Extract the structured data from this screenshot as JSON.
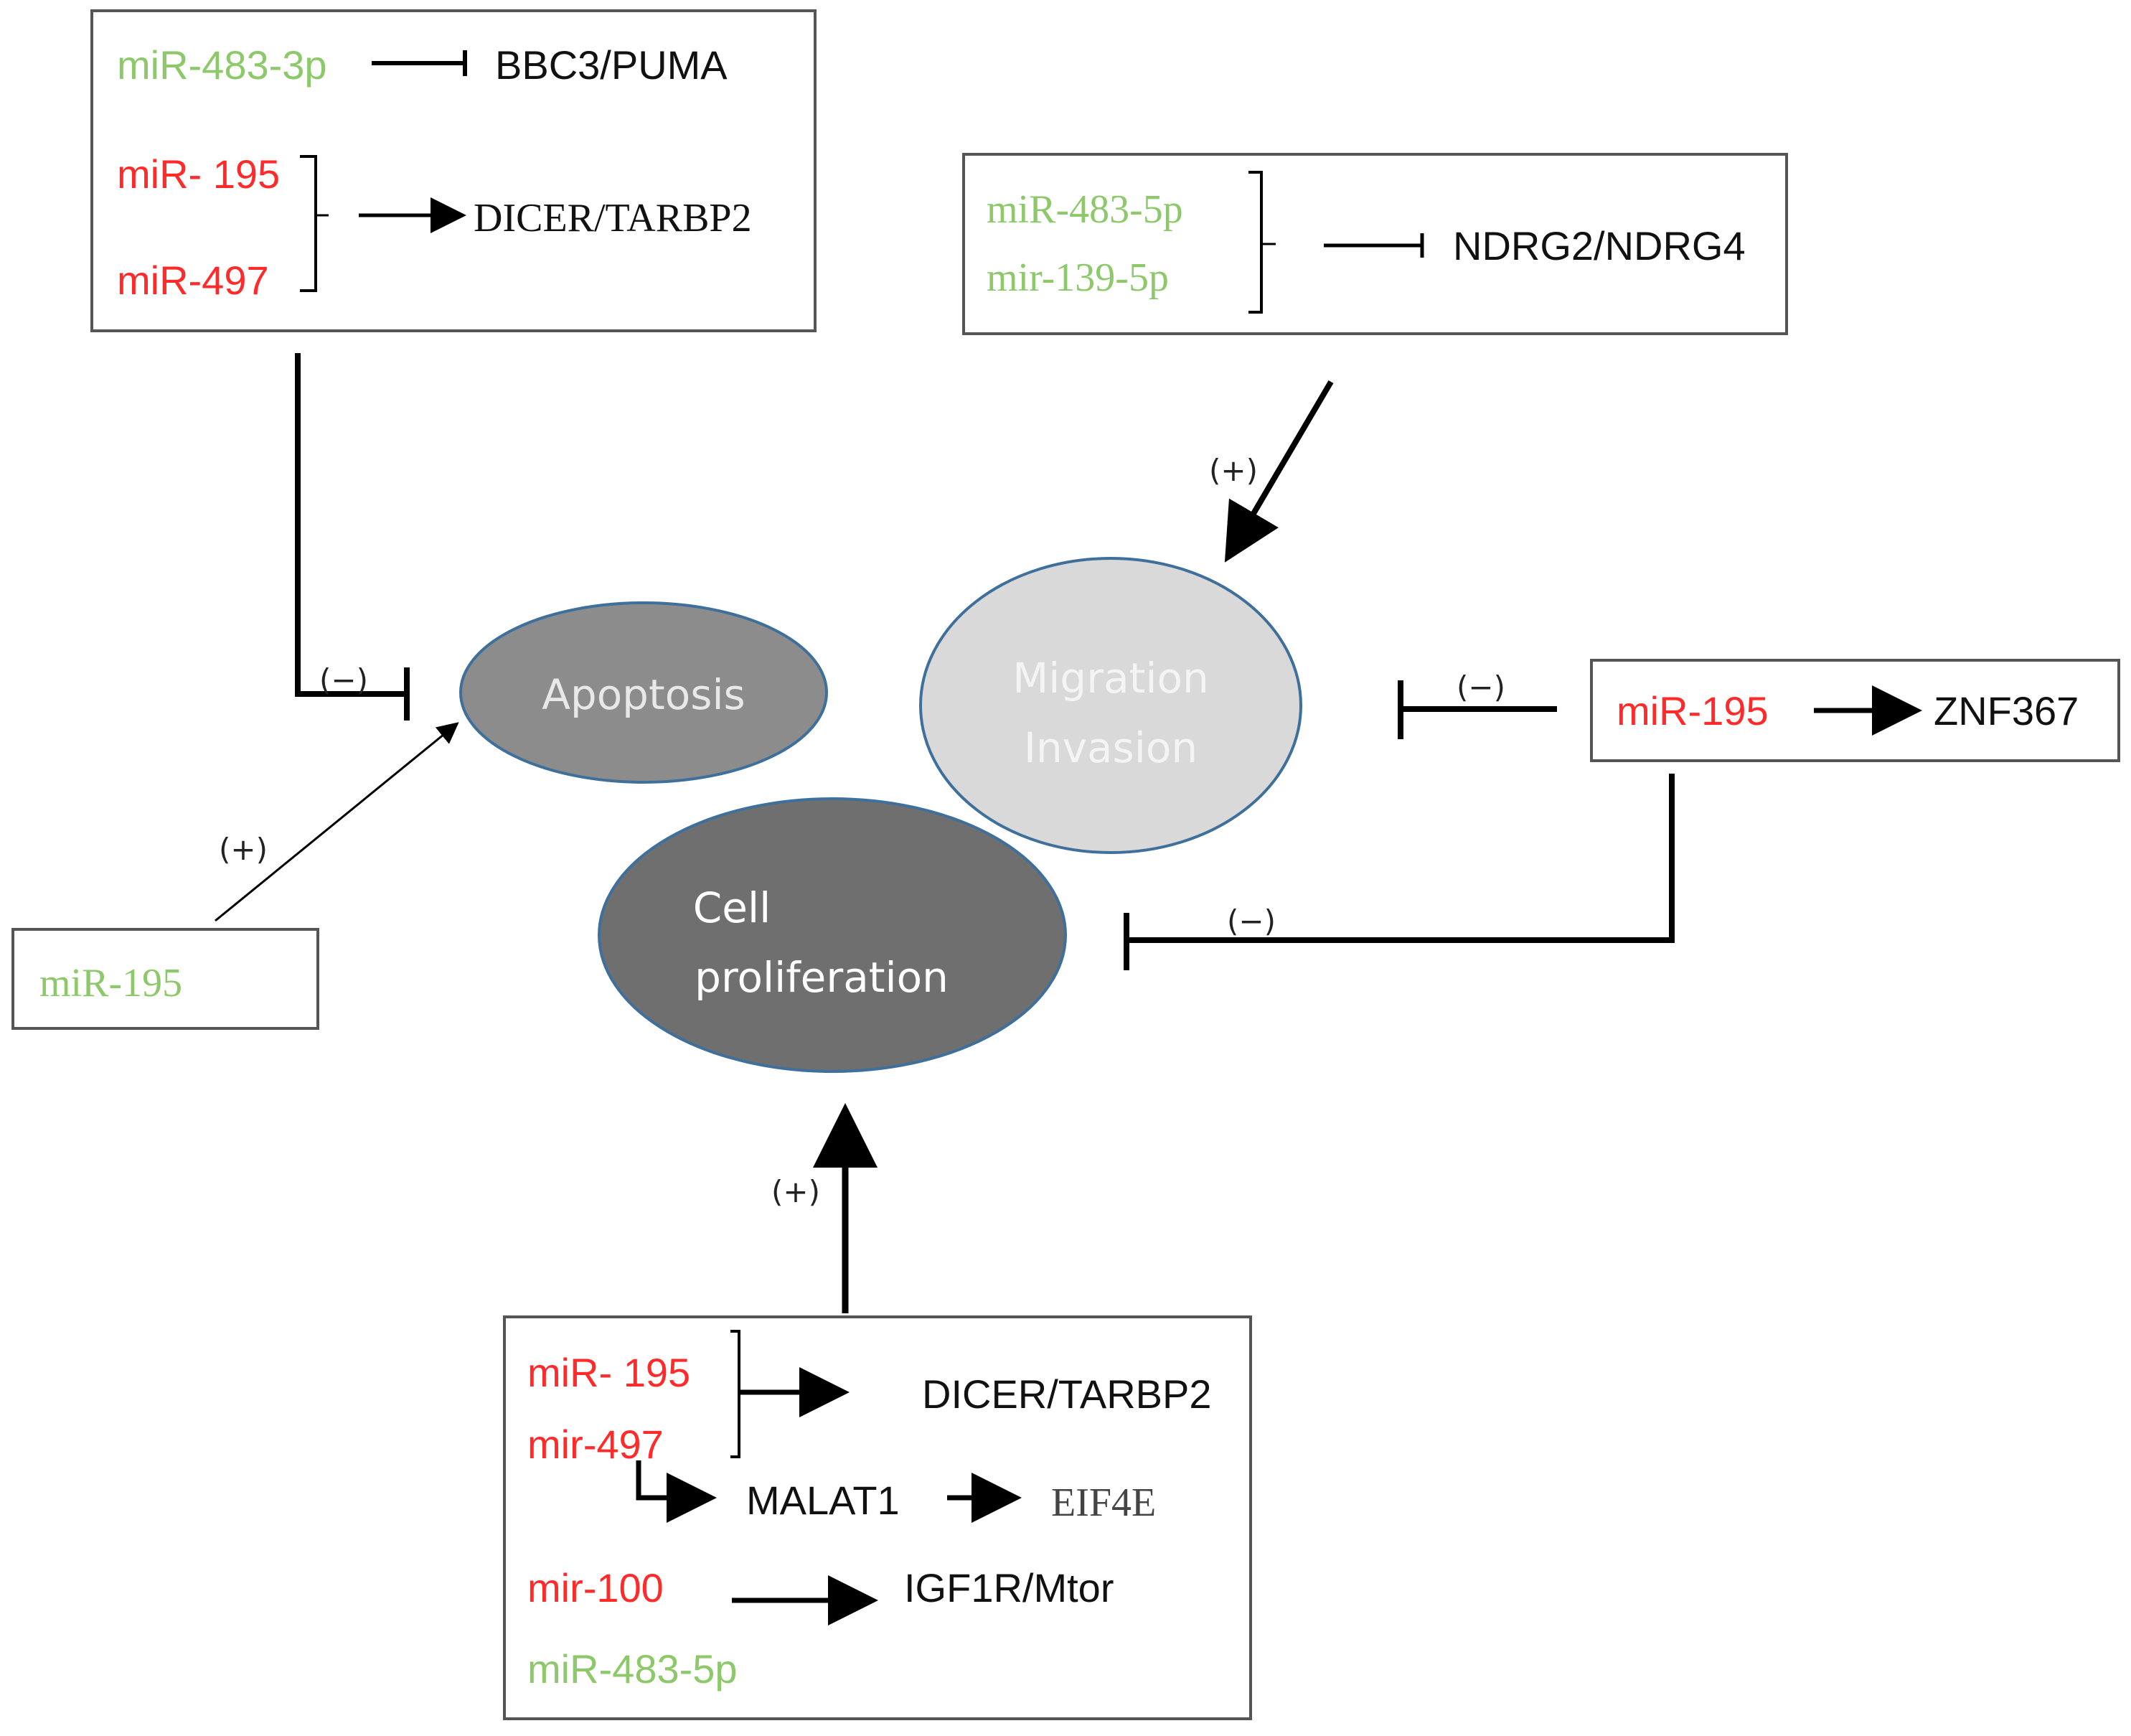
{
  "colors": {
    "red": "#ff2a2a",
    "green": "#8dc96a",
    "black": "#111111",
    "apoptosis_fill": "#8c8c8c",
    "migration_fill": "#d9d9d9",
    "proliferation_fill": "#6f6f6f",
    "ellipse_stroke": "#3f6f9b",
    "apoptosis_text": "#e8e8e8",
    "migration_text": "#f4f4f4",
    "proliferation_text": "#ffffff"
  },
  "top_left_box": {
    "mir_483_3p": "miR-483-3p",
    "bbc3": "BBC3/PUMA",
    "mir_195": "miR- 195",
    "mir_497": "miR-497",
    "dicer": "DICER/TARBP2"
  },
  "top_right_box": {
    "mir_483_5p": "miR-483-5p",
    "mir_139_5p": "mir-139-5p",
    "ndrg": "NDRG2/NDRG4"
  },
  "right_box": {
    "mir_195": "miR-195",
    "znf": "ZNF367"
  },
  "left_box": {
    "mir_195": "miR-195"
  },
  "bottom_box": {
    "mir_195": "miR- 195",
    "mir_497": "mir-497",
    "dicer": "DICER/TARBP2",
    "malat1": "MALAT1",
    "eif4e": "EIF4E",
    "mir_100": "mir-100",
    "igf1r": "IGF1R/Mtor",
    "mir_483_5p": "miR-483-5p"
  },
  "nodes": {
    "apoptosis": "Apoptosis",
    "migration_line1": "Migration",
    "migration_line2": "Invasion",
    "proliferation_line1": "Cell",
    "proliferation_line2": "proliferation"
  },
  "signs": {
    "apoptosis_minus": "(−)",
    "apoptosis_plus": "(+)",
    "migration_plus": "(+)",
    "migration_minus": "(−)",
    "proliferation_minus": "(−)",
    "proliferation_plus": "(+)"
  }
}
